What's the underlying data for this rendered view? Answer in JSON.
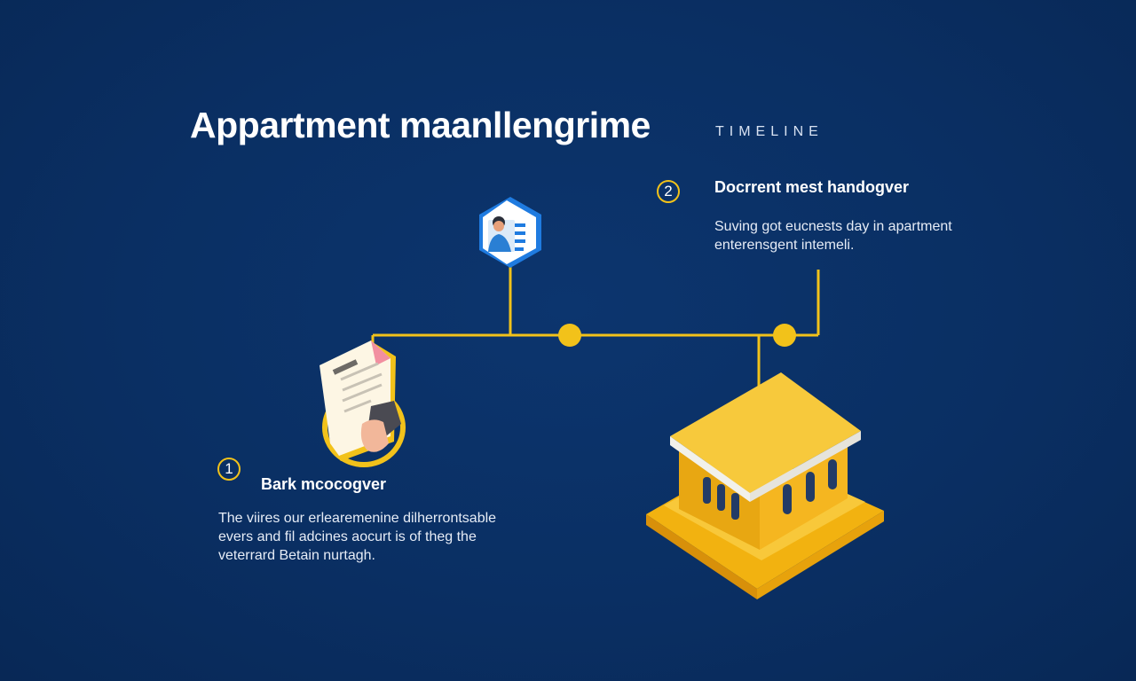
{
  "header": {
    "title": "Appartment maanllengrime",
    "subtitle": "TIMELINE"
  },
  "steps": [
    {
      "number": "1",
      "title": "Bark mcocogver",
      "lines": [
        "The viires our erlearemenine dilherrontsable",
        "evers and fil adcines aocurt is of theg the",
        "veterrard Betain nurtagh."
      ]
    },
    {
      "number": "2",
      "title": "Docrrent mest handogver",
      "lines": [
        "Suving got eucnests day in apartment",
        "enterensgent intemeli."
      ]
    }
  ],
  "colors": {
    "background": "#0a2f63",
    "accent": "#f2c21a",
    "text": "#ffffff"
  },
  "icons": [
    "profile-card-icon",
    "document-hand-icon",
    "building-icon"
  ]
}
